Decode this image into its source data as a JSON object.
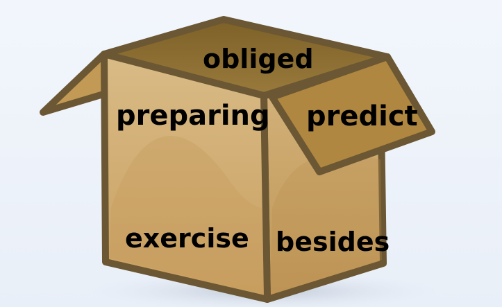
{
  "scene": {
    "subject": "open-cardboard-box",
    "colors": {
      "background": "#eef3fa",
      "outline": "#6b5733",
      "front_face": "#caa46a",
      "side_face": "#c19a5c",
      "inner_back": "#8a6d32",
      "flap": "#b08740"
    }
  },
  "words": {
    "top": "obliged",
    "front_upper": "preparing",
    "right_flap": "predict",
    "front_lower": "exercise",
    "side_lower": "besides"
  }
}
